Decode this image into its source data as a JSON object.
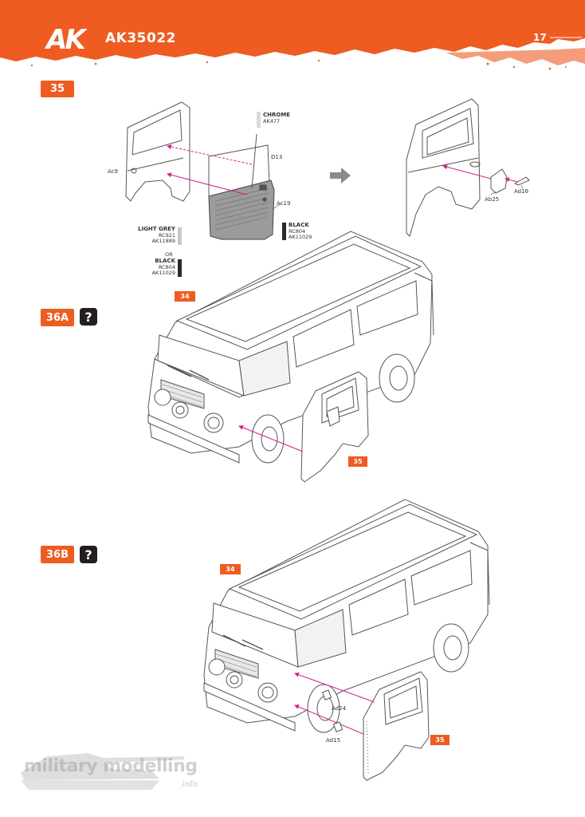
{
  "header": {
    "logo": "AK",
    "product_code": "AK35022",
    "page_number": "17",
    "brand_color": "#ee5c22"
  },
  "steps": {
    "s35": {
      "label": "35"
    },
    "s36a": {
      "label": "36A",
      "question": "?"
    },
    "s36b": {
      "label": "36B",
      "question": "?"
    }
  },
  "step35": {
    "parts": {
      "ac9": "Ac9",
      "d13": "D13",
      "ac19": "Ac19",
      "ab25": "Ab25",
      "ad16": "Ad16"
    },
    "paint_chrome": {
      "name": "CHROME",
      "code1": "AK477",
      "color": "#d9d9d9"
    },
    "paint_lightgrey": {
      "name": "LIGHT GREY",
      "code1": "RC921",
      "code2": "AK11889",
      "color": "#c8c8c8"
    },
    "or": "OR",
    "paint_black_left": {
      "name": "BLACK",
      "code1": "RC804",
      "code2": "AK11029",
      "color": "#2a2a2a"
    },
    "paint_black_right": {
      "name": "BLACK",
      "code1": "RC804",
      "code2": "AK11029",
      "color": "#2a2a2a"
    }
  },
  "step36a": {
    "ref_prev": "34",
    "ref_door": "35"
  },
  "step36b": {
    "ref_prev": "34",
    "ref_door": "35",
    "parts": {
      "ad24": "Ad24",
      "ad15": "Ad15"
    }
  },
  "watermark": {
    "text": "military modelling",
    "suffix": ".info"
  }
}
